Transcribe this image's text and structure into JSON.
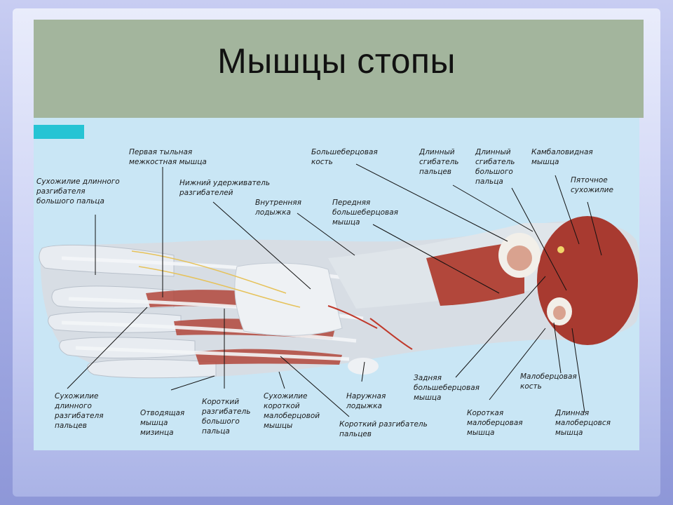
{
  "slide": {
    "title": "Мышцы стопы"
  },
  "colors": {
    "title_band": "#a3b59d",
    "panel": "#c9e6f5",
    "tab": "#26c4d4",
    "muscle": "#b2473b",
    "tendon": "#e6ebf0"
  },
  "labels": {
    "ext_hallucis_longus_tendon": "Сухожилие длинного\nразгибателя\nбольшого пальца",
    "first_dorsal_interosseous": "Первая тыльная\nмежкостная мышца",
    "inferior_extensor_retinaculum": "Нижний удерживатель\nразгибателей",
    "medial_malleolus": "Внутренняя\nлодыжка",
    "tibia": "Большеберцовая\nкость",
    "tibialis_anterior": "Передняя\nбольшеберцовая\nмышца",
    "flexor_digitorum_longus": "Длинный\nсгибатель\nпальцев",
    "flexor_hallucis_longus": "Длинный\nсгибатель\nбольшого\nпальца",
    "soleus": "Камбаловидная\nмышца",
    "calcaneal_tendon": "Пяточное\nсухожилие",
    "ext_digitorum_longus_tendon": "Сухожилие\nдлинного\nразгибателя\nпальцев",
    "abductor_digiti_minimi": "Отводящая\nмышца\nмизинца",
    "ext_hallucis_brevis": "Короткий\nразгибатель\nбольшого\nпальца",
    "peroneus_brevis_tendon": "Сухожилие\nкороткой\nмалоберцовой\nмышцы",
    "lateral_malleolus": "Наружная\nлодыжка",
    "ext_digitorum_brevis": "Короткий разгибатель\nпальцев",
    "tibialis_posterior": "Задняя\nбольшеберцовая\nмышца",
    "fibula": "Малоберцовая\nкость",
    "peroneus_brevis": "Короткая\nмалоберцовая\nмышца",
    "peroneus_longus": "Длинная\nмалоберцовся\nмышца"
  }
}
